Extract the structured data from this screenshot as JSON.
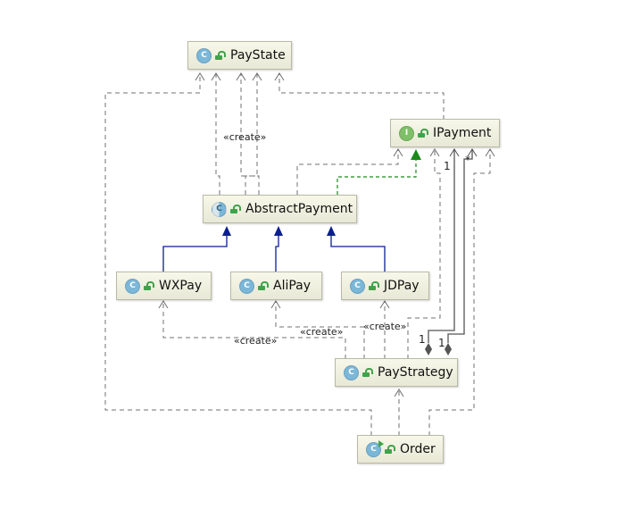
{
  "colors": {
    "class_icon": "#7bb7d8",
    "interface_icon": "#7fbf68",
    "inheritance": "#0a1f8f",
    "implementation": "#1a8a1a",
    "dependency": "#606060"
  },
  "icon_letters": {
    "class": "C",
    "interface": "I"
  },
  "nodes": {
    "paystate": {
      "label": "PayState",
      "kind": "class",
      "icon": "class-icon"
    },
    "ipayment": {
      "label": "IPayment",
      "kind": "interface",
      "icon": "interface-icon"
    },
    "abstractpayment": {
      "label": "AbstractPayment",
      "kind": "abstract-class",
      "icon": "abstract-class-icon"
    },
    "wxpay": {
      "label": "WXPay",
      "kind": "class",
      "icon": "class-icon"
    },
    "alipay": {
      "label": "AliPay",
      "kind": "class",
      "icon": "class-icon"
    },
    "jdpay": {
      "label": "JDPay",
      "kind": "class",
      "icon": "class-icon"
    },
    "paystrategy": {
      "label": "PayStrategy",
      "kind": "class",
      "icon": "class-icon"
    },
    "order": {
      "label": "Order",
      "kind": "class-main",
      "icon": "runnable-class-icon"
    }
  },
  "stereotypes": {
    "abstract_to_paystate": "«create»",
    "strategy_to_wxpay": "«create»",
    "strategy_to_alipay": "«create»",
    "strategy_to_jdpay": "«create»"
  },
  "multiplicities": {
    "ipayment_end": "1",
    "ipayment_end_many": "*",
    "strategy_end_left": "1",
    "strategy_end_right": "1"
  }
}
